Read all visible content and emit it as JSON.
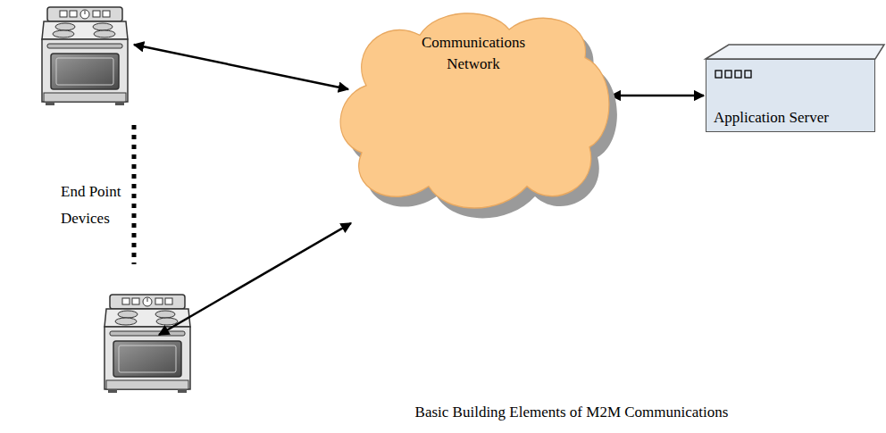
{
  "diagram": {
    "caption": "Basic Building Elements of M2M Communications",
    "nodes": [
      {
        "text": [
          "Communications Network"
        ]
      },
      {
        "text": [
          "Application Server"
        ]
      }
    ],
    "edges": [
      {
        "from": 0,
        "to": 1,
        "arrow": "both"
      }
    ],
    "labels": [
      "End Point Devices"
    ]
  }
}
